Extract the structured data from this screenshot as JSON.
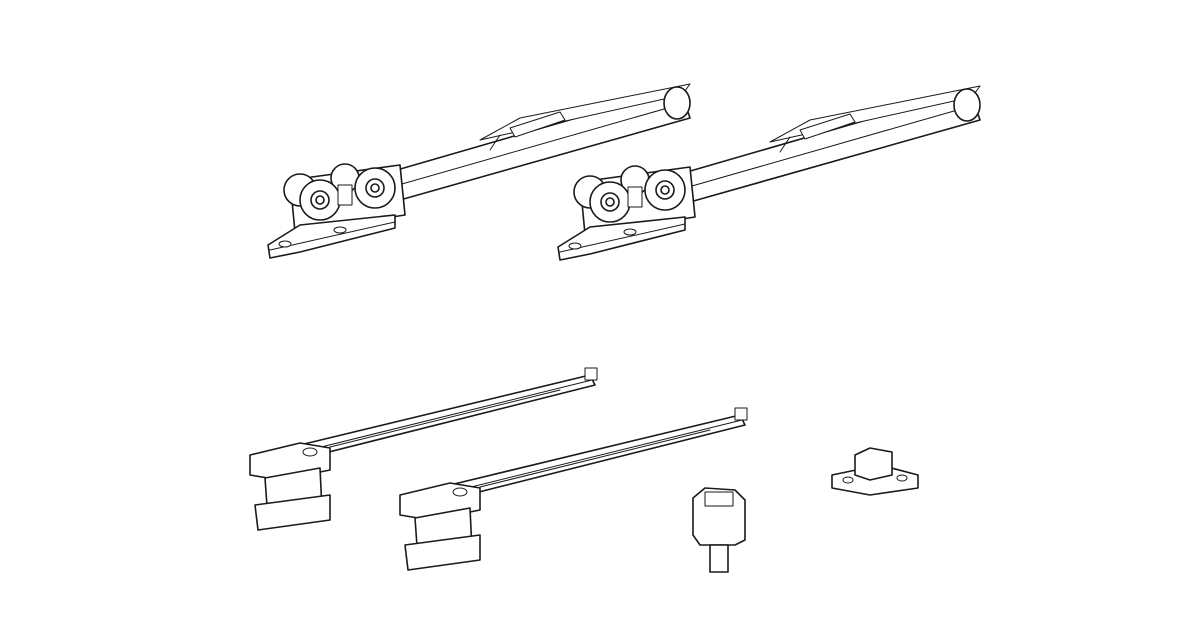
{
  "drawing": {
    "background": "#ffffff",
    "line_color": "#1a1a1a",
    "parts": [
      "roller-assembly-left",
      "roller-assembly-right",
      "guide-arm-left",
      "guide-arm-right",
      "door-guide",
      "floor-guide"
    ]
  }
}
